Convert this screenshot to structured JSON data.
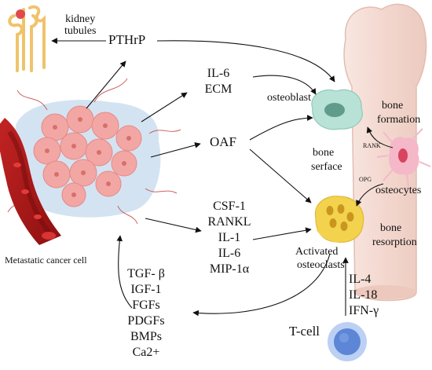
{
  "labels": {
    "kidney_tubules": "kidney\ntubules",
    "pthrp": "PTHrP",
    "osteoblast": "osteoblast",
    "bone_formation_1": "bone",
    "bone_formation_2": "formation",
    "oaf": "OAF",
    "bone_surface_1": "bone",
    "bone_surface_2": "serface",
    "rank": "RANK",
    "opg": "OPG",
    "osteocytes": "osteocytes",
    "bone_resorption_1": "bone",
    "bone_resorption_2": "resorption",
    "activated_osteoclasts_1": "Activated",
    "activated_osteoclasts_2": "osteoclasts",
    "metastatic_cancer_cell": "Metastatic cancer cell",
    "t_cell": "T-cell"
  },
  "factor_groups": {
    "il6_ecm": [
      "IL-6",
      "ECM"
    ],
    "osteoclast_factors": [
      "CSF-1",
      "RANKL",
      "IL-1",
      "IL-6",
      "MIP-1α"
    ],
    "growth_factors": [
      "TGF- β",
      "IGF-1",
      "FGFs",
      "PDGFs",
      "BMPs",
      "Ca2+"
    ],
    "tcell_cytokines": [
      "IL-4",
      "IL-18",
      "IFN-γ"
    ]
  },
  "colors": {
    "bone": "#f5ded7",
    "bone_edge": "#e7c2b8",
    "tumor": "#f1a3a3",
    "tumor_halo": "#c9dcef",
    "vessel": "#b01a1a",
    "kidney": "#f0c36b",
    "osteoblast": "#a9dccd",
    "osteoclast": "#f3d24e",
    "osteocyte": "#f3b3c3",
    "tcell": "#6f97dd"
  },
  "icons": [
    "kidney-tubule-icon",
    "bone-icon",
    "tumor-icon",
    "blood-vessel-icon",
    "osteoblast-icon",
    "osteocyte-icon",
    "osteoclast-icon",
    "t-cell-icon"
  ]
}
